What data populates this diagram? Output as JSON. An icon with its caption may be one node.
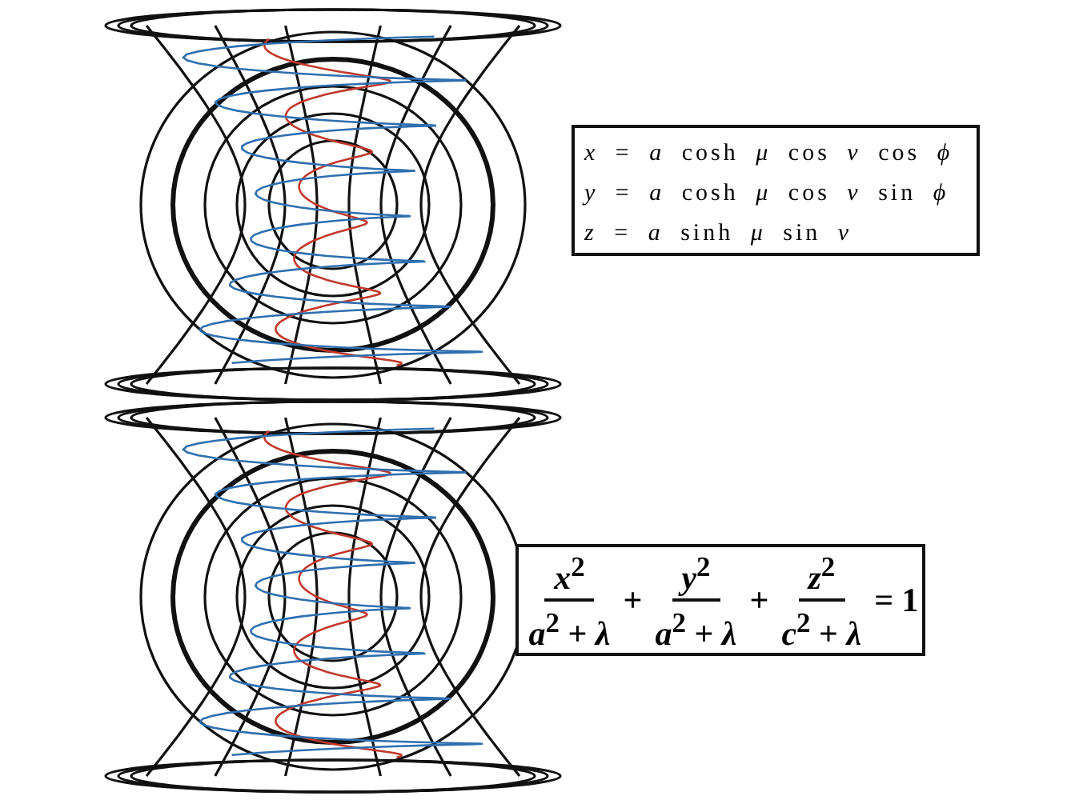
{
  "diagram": {
    "nodes": [
      {
        "text": [
          "*x* = *a* cosh *μ* cos *ν* cos *ϕ*",
          "*y* = *a* cosh *μ* cos *ν* sin *ϕ*",
          "*z* = *a* sinh *μ* sin *ν*"
        ]
      },
      {
        "text": [
          "*x*$^{2}$",
          "*a*$^{2}$ + *λ*",
          "+",
          "*y*$^{2}$",
          "*a*$^{2}$ + *λ*",
          "+",
          "*z*$^{2}$",
          "*c*$^{2}$ + *λ*",
          "= 1"
        ]
      }
    ]
  }
}
